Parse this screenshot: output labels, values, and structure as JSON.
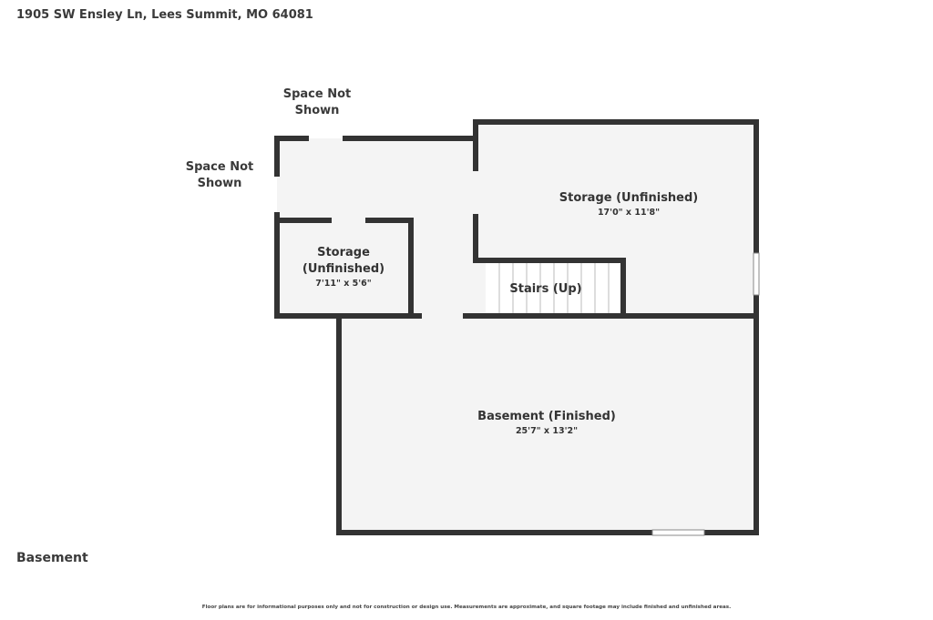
{
  "header": {
    "address": "1905 SW Ensley Ln, Lees Summit, MO 64081"
  },
  "floor": {
    "label": "Basement"
  },
  "footer": {
    "disclaimer": "Floor plans are for informational purposes only and not for construction or design use. Measurements are approximate, and square footage may include finished and unfinished areas."
  },
  "annotations": {
    "space_top": [
      "Space Not",
      "Shown"
    ],
    "space_left": [
      "Space Not",
      "Shown"
    ]
  },
  "rooms": {
    "storage_large": {
      "name": "Storage (Unfinished)",
      "dims": "17'0\" x 11'8\""
    },
    "storage_small": {
      "name": [
        "Storage",
        "(Unfinished)"
      ],
      "dims": "7'11\" x 5'6\""
    },
    "stairs": {
      "name": "Stairs (Up)"
    },
    "basement": {
      "name": "Basement (Finished)",
      "dims": "25'7\" x 13'2\""
    }
  },
  "colors": {
    "wall": "#333333",
    "floor": "#f4f4f4",
    "background": "#ffffff"
  }
}
